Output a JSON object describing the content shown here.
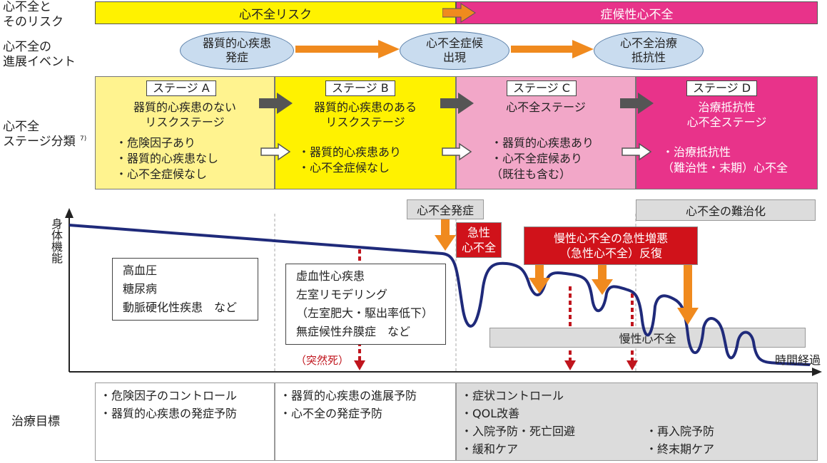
{
  "row_labels": {
    "risk": "心不全と\nそのリスク",
    "events": "心不全の\n進展イベント",
    "stage": "心不全\nステージ分類",
    "stage_ref": "7)",
    "goals": "治療目標"
  },
  "risk_band": {
    "left": "心不全リスク",
    "right": "症候性心不全",
    "left_color": "#fff200",
    "right_color": "#e8338a"
  },
  "events": [
    {
      "label": "器質的心疾患\n発症"
    },
    {
      "label": "心不全症候\n出現"
    },
    {
      "label": "心不全治療\n抵抗性"
    }
  ],
  "stages": [
    {
      "tag": "ステージ A",
      "title": "器質的心疾患のない\nリスクステージ",
      "bullets": [
        "・危険因子あり",
        "・器質的心疾患なし",
        "・心不全症候なし"
      ],
      "color": "#fff38f"
    },
    {
      "tag": "ステージ B",
      "title": "器質的心疾患のある\nリスクステージ",
      "bullets": [
        "・器質的心疾患あり",
        "・心不全症候なし"
      ],
      "color": "#fff200"
    },
    {
      "tag": "ステージ C",
      "title": "心不全ステージ",
      "bullets": [
        "・器質的心疾患あり",
        "・心不全症候あり",
        "（既往も含む）"
      ],
      "color": "#f2a7c8"
    },
    {
      "tag": "ステージ D",
      "title": "治療抵抗性\n心不全ステージ",
      "bullets": [
        "・治療抵抗性",
        "（難治性・末期）心不全"
      ],
      "color": "#e8338a"
    }
  ],
  "graph": {
    "y_axis_label": "身体機能",
    "x_axis_label": "時間経過",
    "risk_a_box": [
      "高血圧",
      "糖尿病",
      "動脈硬化性疾患　など"
    ],
    "risk_b_box": [
      "虚血性心疾患",
      "左室リモデリング",
      "（左室肥大・駆出率低下）",
      "無症候性弁膜症　など"
    ],
    "sudden_death": "（突然死）",
    "hf_onset": "心不全発症",
    "acute_hf": "急性\n心不全",
    "refractory": "心不全の難治化",
    "acute_exacerbation": "慢性心不全の急性増悪\n（急性心不全）反復",
    "chronic_hf": "慢性心不全"
  },
  "goals": {
    "col1": [
      "・危険因子のコントロール",
      "・器質的心疾患の発症予防"
    ],
    "col2": [
      "・器質的心疾患の進展予防",
      "・心不全の発症予防"
    ],
    "col3a": [
      "・症状コントロール",
      "・QOL改善",
      "・入院予防・死亡回避",
      "・緩和ケア"
    ],
    "col3b": [
      "・再入院予防",
      "・終末期ケア"
    ]
  }
}
